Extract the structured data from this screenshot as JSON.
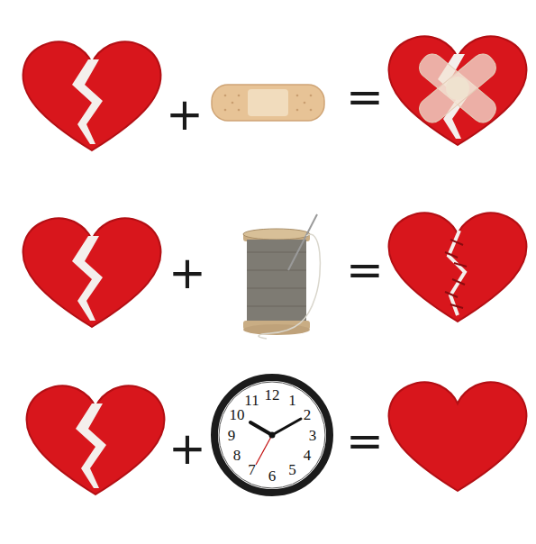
{
  "diagram": {
    "labels": [
      "+",
      "=",
      "+",
      "=",
      "+",
      "=",
      "12",
      "1",
      "2",
      "3",
      "4",
      "5",
      "6",
      "7",
      "8",
      "9",
      "10",
      "11"
    ]
  }
}
